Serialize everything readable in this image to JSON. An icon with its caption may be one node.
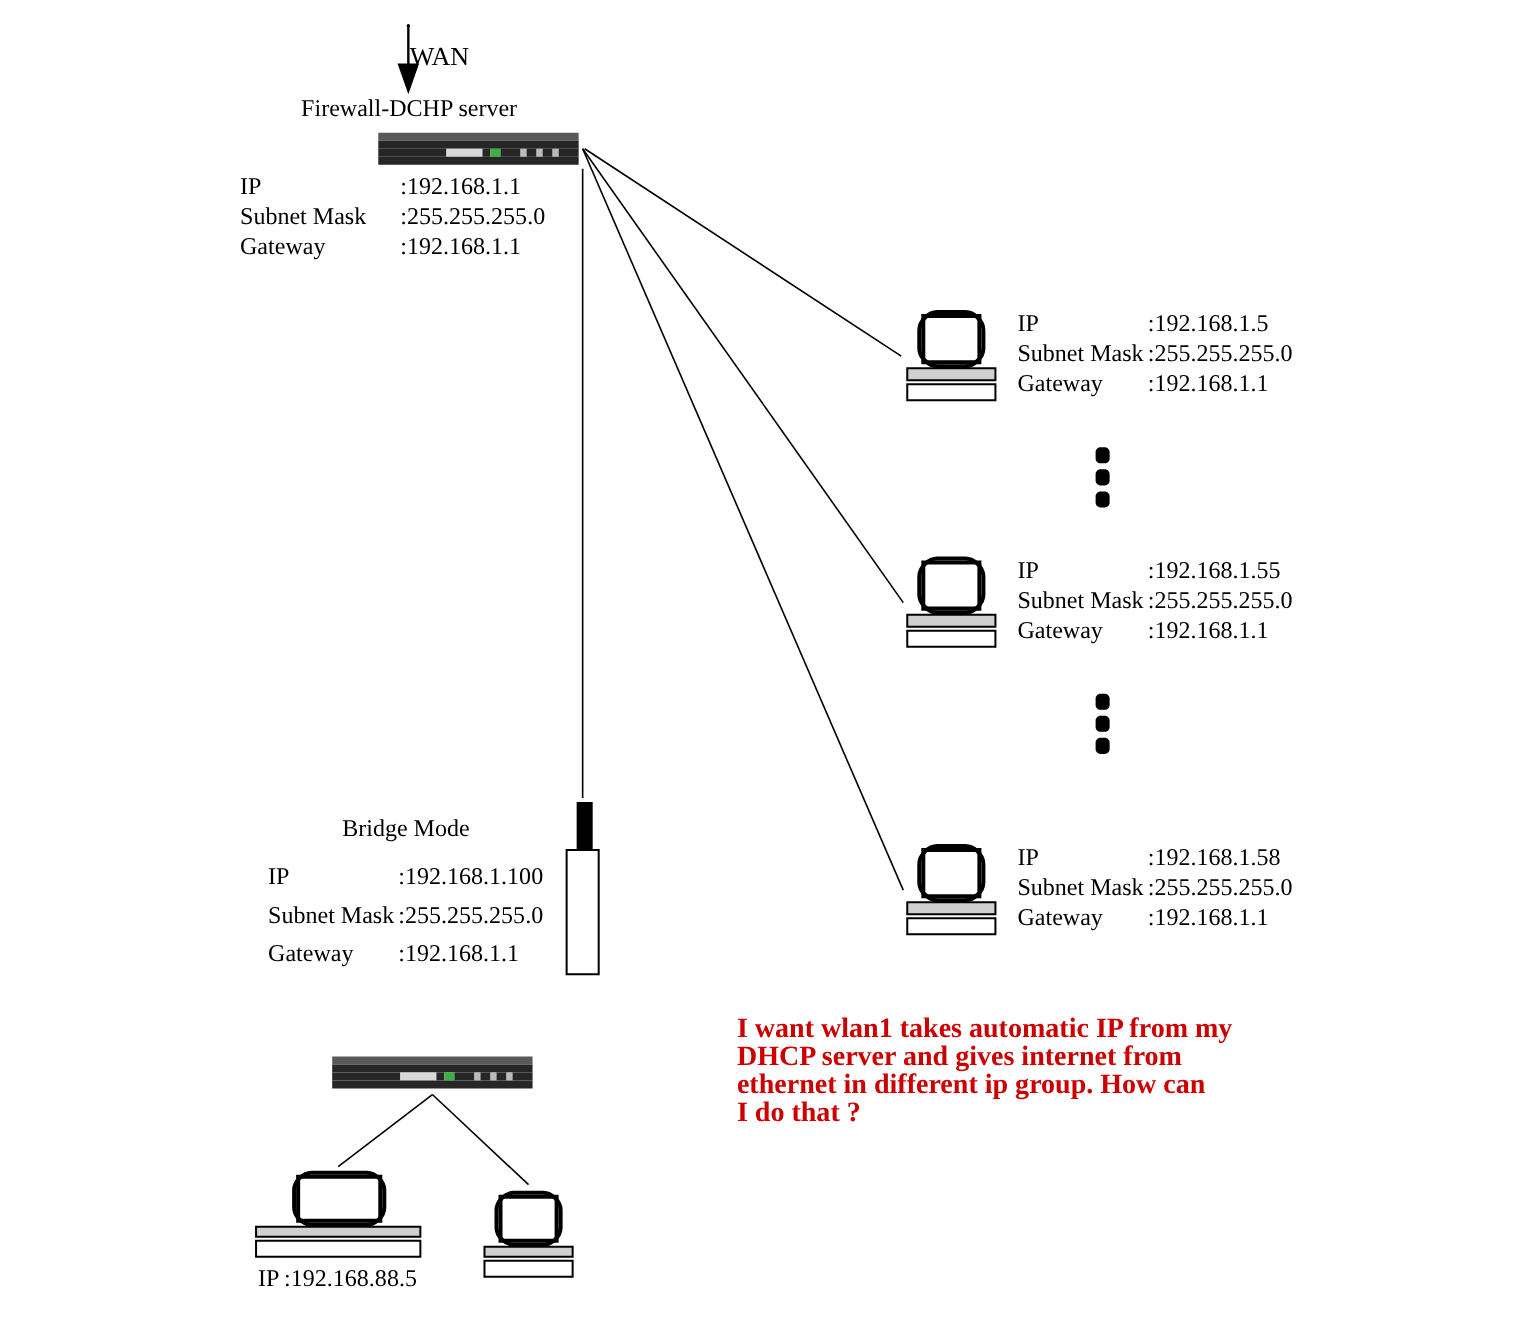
{
  "diagram": {
    "nodes": [
      {
        "text": [
          "Firewall-DCHP server"
        ],
        "beside": [
          "IP",
          ":192.168.1.1",
          "Subnet Mask",
          ":255.255.255.0",
          "Gateway",
          ":192.168.1.1"
        ]
      },
      {
        "text": [],
        "shape": "picture",
        "beside": [
          "IP",
          ":192.168.1.5",
          "Subnet Mask",
          ":255.255.255.0",
          "Gateway",
          ":192.168.1.1"
        ]
      },
      {
        "text": [],
        "shape": "picture",
        "beside": [
          "IP",
          ":192.168.1.55",
          "Subnet Mask",
          ":255.255.255.0",
          "Gateway",
          ":192.168.1.1"
        ]
      },
      {
        "text": [],
        "shape": "picture",
        "beside": [
          "IP",
          ":192.168.1.58",
          "Subnet Mask",
          ":255.255.255.0",
          "Gateway",
          ":192.168.1.1"
        ]
      },
      {
        "text": [
          "Bridge Mode"
        ],
        "beside": [
          "IP",
          ":192.168.1.100",
          "Subnet Mask",
          ":255.255.255.0",
          "Gateway",
          ":192.168.1.1"
        ]
      },
      {
        "text": [],
        "shape": "picture"
      },
      {
        "text": [],
        "shape": "picture",
        "beside": [
          "IP",
          ":192.168.88.5"
        ]
      },
      {
        "text": [],
        "shape": "picture"
      }
    ],
    "edges": [
      {
        "from": null,
        "to": 0,
        "arrow": "to",
        "label": "WAN"
      },
      {
        "from": 0,
        "to": 1,
        "arrow": "none"
      },
      {
        "from": 0,
        "to": 2,
        "arrow": "none"
      },
      {
        "from": 0,
        "to": 3,
        "arrow": "none"
      },
      {
        "from": 0,
        "to": 4,
        "arrow": "none"
      },
      {
        "from": 5,
        "to": 6,
        "arrow": "none"
      },
      {
        "from": 5,
        "to": 7,
        "arrow": "none"
      }
    ],
    "labels": [
      "I want wlan1 takes automatic IP from my DHCP server and gives internet from ethernet in different ip group. How can I do that ?"
    ]
  }
}
